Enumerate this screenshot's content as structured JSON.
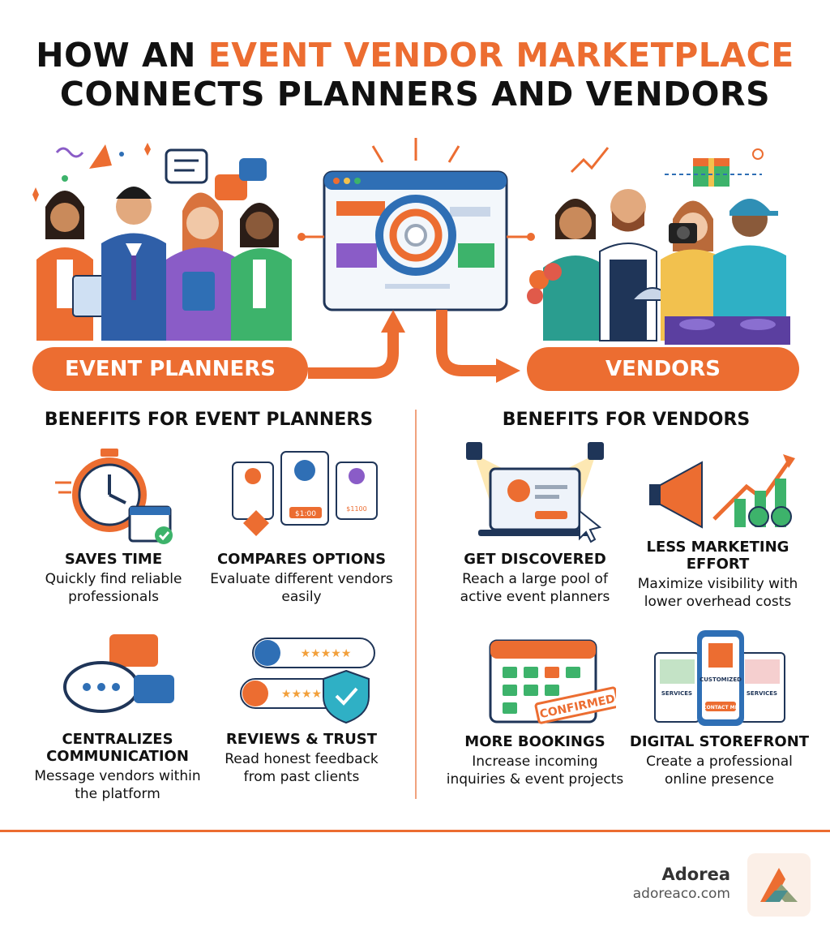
{
  "title": {
    "line1_prefix": "HOW AN ",
    "line1_accent": "EVENT VENDOR MARKETPLACE",
    "line2": "CONNECTS PLANNERS AND VENDORS"
  },
  "hero": {
    "planners_label": "EVENT PLANNERS",
    "vendors_label": "VENDORS"
  },
  "planners": {
    "heading": "BENEFITS FOR EVENT PLANNERS",
    "items": [
      {
        "title": "SAVES TIME",
        "desc": "Quickly find reliable professionals",
        "icon": "stopwatch-icon"
      },
      {
        "title": "COMPARES OPTIONS",
        "desc": "Evaluate different vendors easily",
        "icon": "vendor-cards-icon",
        "card_prices": [
          "$1:00",
          "$1100"
        ]
      },
      {
        "title": "CENTRALIZES COMMUNICATION",
        "desc": "Message vendors within the platform",
        "icon": "chat-bubbles-icon"
      },
      {
        "title": "REVIEWS & TRUST",
        "desc": "Read honest feedback from past clients",
        "icon": "reviews-shield-icon"
      }
    ]
  },
  "vendors": {
    "heading": "BENEFITS FOR VENDORS",
    "items": [
      {
        "title": "GET DISCOVERED",
        "desc": "Reach a large pool of active event planners",
        "icon": "spotlight-laptop-icon"
      },
      {
        "title": "LESS MARKETING EFFORT",
        "desc": "Maximize visibility with lower overhead costs",
        "icon": "megaphone-growth-icon"
      },
      {
        "title": "MORE BOOKINGS",
        "desc": "Increase incoming inquiries & event projects",
        "icon": "calendar-confirmed-icon",
        "stamp": "CONFIRMED"
      },
      {
        "title": "DIGITAL STOREFRONT",
        "desc": "Create a professional online presence",
        "icon": "storefront-phone-icon",
        "labels": {
          "left": "SERVICES",
          "center": "CUSTOMIZED",
          "right": "SERVICES",
          "button": "CONTACT ME"
        }
      }
    ]
  },
  "brand": {
    "name": "Adorea",
    "url": "adoreaco.com"
  },
  "colors": {
    "accent": "#ec6d31",
    "blue": "#2f6fb5",
    "green": "#3db36b",
    "purple": "#8a5cc7",
    "navy": "#1f3558"
  }
}
